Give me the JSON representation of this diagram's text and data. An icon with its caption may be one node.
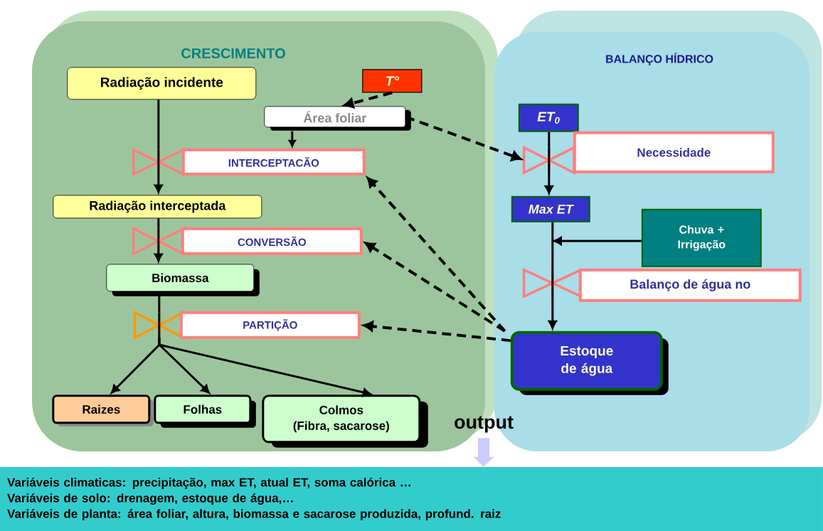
{
  "diagram": {
    "nodes": [
      {
        "text": [
          "CRESCIMENTO"
        ]
      },
      {
        "text": [
          "BALANÇO HÍDRICO"
        ]
      },
      {
        "text": [
          "Radiação incidente"
        ],
        "in": 0
      },
      {
        "text": [
          "T°"
        ],
        "in": 0
      },
      {
        "text": [
          "Área foliar"
        ],
        "in": 0
      },
      {
        "text": [],
        "shape": "bowtie",
        "in": 0
      },
      {
        "text": [
          "INTERCEPTACÃO"
        ],
        "in": 0
      },
      {
        "text": [
          "Radiação interceptada"
        ],
        "in": 0
      },
      {
        "text": [],
        "shape": "bowtie",
        "in": 0
      },
      {
        "text": [
          "CONVERSÃO"
        ],
        "in": 0
      },
      {
        "text": [
          "Biomassa"
        ],
        "in": 0
      },
      {
        "text": [],
        "shape": "bowtie",
        "in": 0
      },
      {
        "text": [
          "PARTIÇÃO"
        ],
        "in": 0
      },
      {
        "text": [
          "Raizes"
        ],
        "in": 0
      },
      {
        "text": [
          "Folhas"
        ],
        "in": 0
      },
      {
        "text": [
          "Colmos",
          "(Fibra, sacarose)"
        ],
        "in": 0
      },
      {
        "text": [
          "ET$_{0}$"
        ],
        "in": 1
      },
      {
        "text": [],
        "shape": "bowtie",
        "in": 1
      },
      {
        "text": [
          "Necessidade"
        ],
        "in": 1
      },
      {
        "text": [
          "Max ET"
        ],
        "in": 1
      },
      {
        "text": [
          "Chuva + Irrigação"
        ],
        "in": 1
      },
      {
        "text": [],
        "shape": "bowtie",
        "in": 1
      },
      {
        "text": [
          "Balanço de água no"
        ],
        "in": 1
      },
      {
        "text": [
          "Estoque de água"
        ],
        "in": 1
      },
      {
        "text": [
          "output"
        ]
      },
      {
        "text": [
          "Variáveis climaticas: precipitação, max ET, atual ET, soma calórica …",
          "Variáveis de solo: drenagem, estoque de água,…",
          "Variáveis de planta: área foliar, altura, biomassa e sacarose produzida, profund. raiz"
        ]
      }
    ],
    "edges": [
      {
        "from": 2,
        "to": 5,
        "arrow": "none"
      },
      {
        "from": 5,
        "to": 7,
        "arrow": "to"
      },
      {
        "from": 3,
        "to": 4,
        "arrow": "to",
        "style": "dashed"
      },
      {
        "from": 4,
        "to": 6,
        "arrow": "to"
      },
      {
        "from": 4,
        "to": 17,
        "arrow": "to",
        "style": "dashed"
      },
      {
        "from": 7,
        "to": 8,
        "arrow": "none"
      },
      {
        "from": 8,
        "to": 10,
        "arrow": "to"
      },
      {
        "from": 10,
        "to": 11,
        "arrow": "none"
      },
      {
        "from": 11,
        "to": 13,
        "arrow": "to"
      },
      {
        "from": 11,
        "to": 14,
        "arrow": "to"
      },
      {
        "from": 11,
        "to": 15,
        "arrow": "to"
      },
      {
        "from": 23,
        "to": 6,
        "arrow": "to",
        "style": "dashed"
      },
      {
        "from": 23,
        "to": 9,
        "arrow": "to",
        "style": "dashed"
      },
      {
        "from": 23,
        "to": 12,
        "arrow": "to",
        "style": "dashed"
      },
      {
        "from": 16,
        "to": 17,
        "arrow": "none"
      },
      {
        "from": 17,
        "to": 19,
        "arrow": "to"
      },
      {
        "from": 19,
        "to": 21,
        "arrow": "none"
      },
      {
        "from": 20,
        "to": null,
        "arrow": "to"
      },
      {
        "from": 21,
        "to": 23,
        "arrow": "to"
      },
      {
        "from": 24,
        "to": 25,
        "arrow": "to",
        "style": "thick",
        "color": "#ccccff"
      }
    ]
  }
}
